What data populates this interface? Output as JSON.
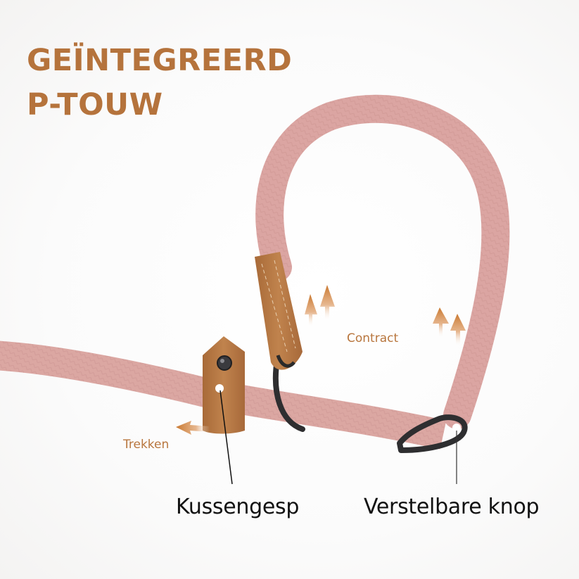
{
  "title": {
    "line1": "GEÏNTEGREERD",
    "line2": "P-TOUW"
  },
  "annotations": {
    "contract": "Contract",
    "pull": "Trekken",
    "buckle": "Kussengesp",
    "adjuster": "Verstelbare knop"
  },
  "icons": {
    "contract_arrows": "arrow-up-double",
    "pull_arrow": "arrow-left"
  },
  "colors": {
    "title": "#b5733c",
    "annotation": "#b8763e",
    "rope": "#dfaaa6",
    "leather": "#b97a45",
    "ring": "#2e2e30",
    "label": "#111111"
  }
}
